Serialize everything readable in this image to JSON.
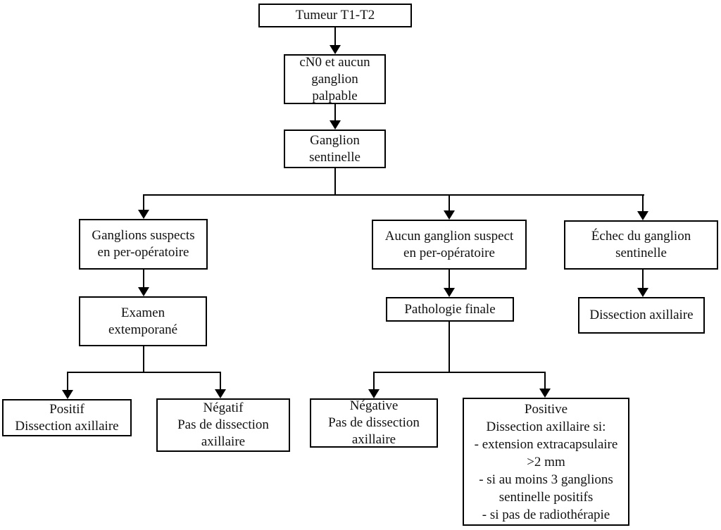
{
  "colors": {
    "ink": "#000000",
    "paper": "#ffffff"
  },
  "nodes": {
    "tumeur": {
      "label": "Tumeur T1-T2"
    },
    "cn0": {
      "label": "cN0 et aucun\nganglion\npalpable"
    },
    "sentinelle": {
      "label": "Ganglion\nsentinelle"
    },
    "suspects": {
      "label": "Ganglions suspects\nen per-opératoire"
    },
    "aucun_suspect": {
      "label": "Aucun ganglion suspect\nen per-opératoire"
    },
    "echec": {
      "label": "Échec du ganglion\nsentinelle"
    },
    "examen": {
      "label": "Examen\nextemporané"
    },
    "pathologie": {
      "label": "Pathologie finale"
    },
    "dissection": {
      "label": "Dissection axillaire"
    },
    "positif": {
      "label": "Positif\nDissection axillaire"
    },
    "negatif": {
      "label": "Négatif\nPas de dissection\naxillaire"
    },
    "negative": {
      "label": "Négative\nPas de dissection\naxillaire"
    },
    "positive": {
      "label": "Positive\nDissection axillaire si:\n- extension extracapsulaire\n>2 mm\n- si au moins 3 ganglions\nsentinelle positifs\n- si pas de radiothérapie"
    }
  }
}
